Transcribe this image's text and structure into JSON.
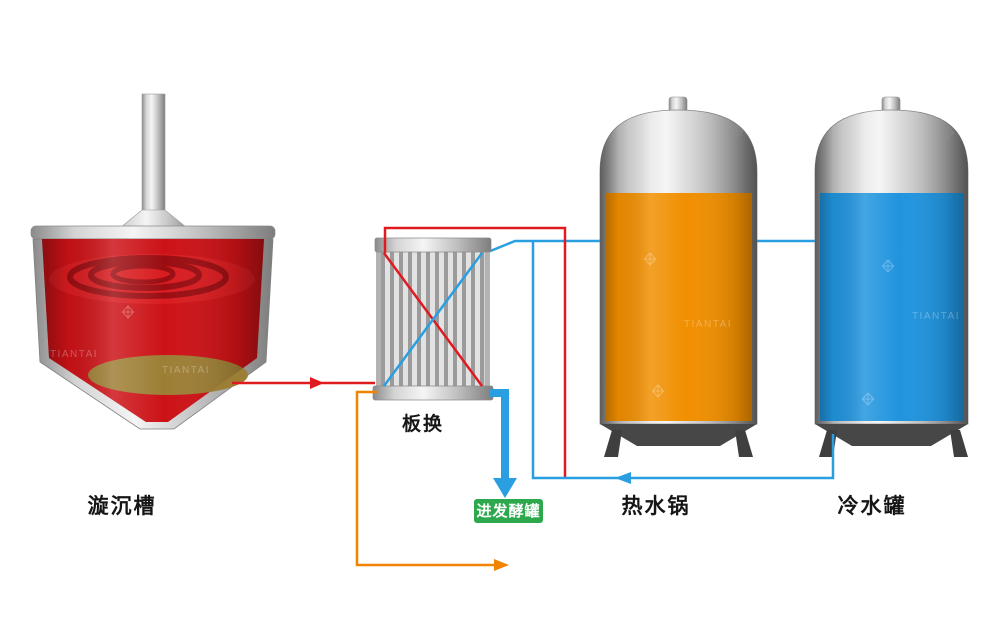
{
  "labels": {
    "whirlpool": "漩沉槽",
    "heat_exchanger": "板换",
    "hot_water_tank": "热水锅",
    "cold_water_tank": "冷水罐",
    "to_fermenter": "进发酵罐"
  },
  "watermark": {
    "text": "TIANTAI"
  },
  "colors": {
    "wort_red": "#cc1217",
    "swirl_surface_red": "#d91c20",
    "trub_tan": "#9d7e35",
    "hot_water_orange": "#f18f00",
    "cold_water_blue": "#2094de",
    "line_red": "#e01b1f",
    "line_blue": "#299fe2",
    "line_orange": "#f08300",
    "badge_green": "#2ea84d"
  }
}
